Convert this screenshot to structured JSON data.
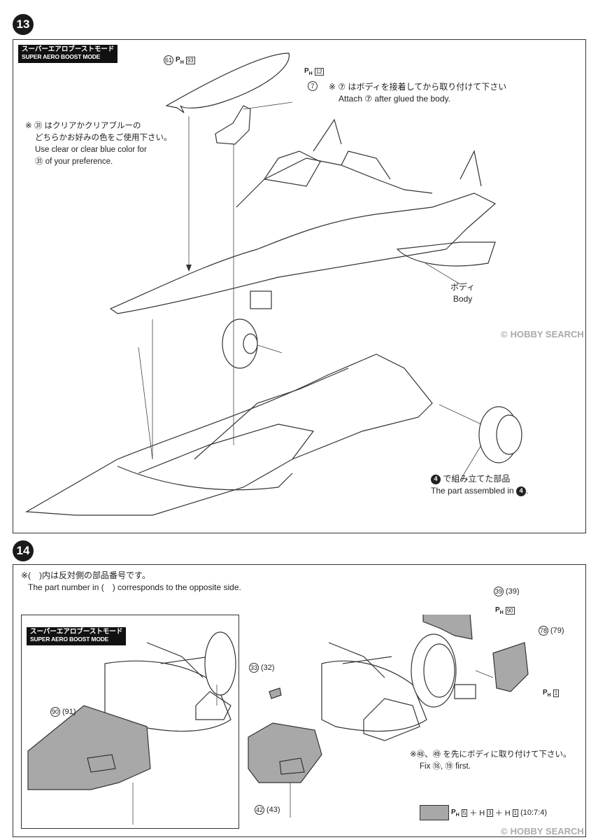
{
  "step13": {
    "number": "13",
    "mode_jp": "スーパーエアロブーストモード",
    "mode_en": "SUPER AERO BOOST MODE",
    "part61": {
      "num": "61",
      "ph": "P",
      "sub": "H",
      "box": "93"
    },
    "part7": {
      "num": "7",
      "ph": "P",
      "sub": "H",
      "box": "12"
    },
    "attach_note_jp": "※ ⑦ はボディを接着してから取り付けて下さい",
    "attach_note_en": "Attach ⑦ after glued the body.",
    "clear_note_jp1": "※ ㉛ はクリアかクリアブルーの",
    "clear_note_jp2": "どちらかお好みの色をご使用下さい。",
    "clear_note_en1": "Use clear or clear blue color for",
    "clear_note_en2": "㉛ of your preference.",
    "body_jp": "ボディ",
    "body_en": "Body",
    "assembled_jp": "で組み立てた部品",
    "assembled_en": "The part assembled in",
    "assembled_step": "4"
  },
  "step14": {
    "number": "14",
    "mode_jp": "スーパーエアロブーストモード",
    "mode_en": "SUPER AERO BOOST MODE",
    "opposite_jp": "※(　)内は反対側の部品番号です。",
    "opposite_en": "The part number in (　) corresponds to the opposite side.",
    "part90": "90",
    "part91": "(91)",
    "part33": "33",
    "part32": "(32)",
    "part42": "42",
    "part43": "(43)",
    "part39a": "39",
    "part39b": "(39)",
    "ph90": {
      "ph": "P",
      "sub": "H",
      "box": "90"
    },
    "part78": "78",
    "part79": "(79)",
    "ph1": {
      "ph": "P",
      "sub": "H",
      "box": "1"
    },
    "fix_note_jp": "※㊽、㊾ を先にボディに取り付けて下さい。",
    "fix_note_en": "Fix ⑱, ⑲ first.",
    "color_mix": {
      "ph": "P",
      "sub1": "H",
      "b1": "5",
      "plus1": "＋ H",
      "b2": "3",
      "plus2": "＋ H",
      "b3": "1",
      "ratio": "(10:7:4)"
    }
  },
  "watermark": "HOBBY SEARCH",
  "colors": {
    "panel_border": "#333333",
    "part_gray": "#a8a8a8",
    "badge_bg": "#111111"
  }
}
